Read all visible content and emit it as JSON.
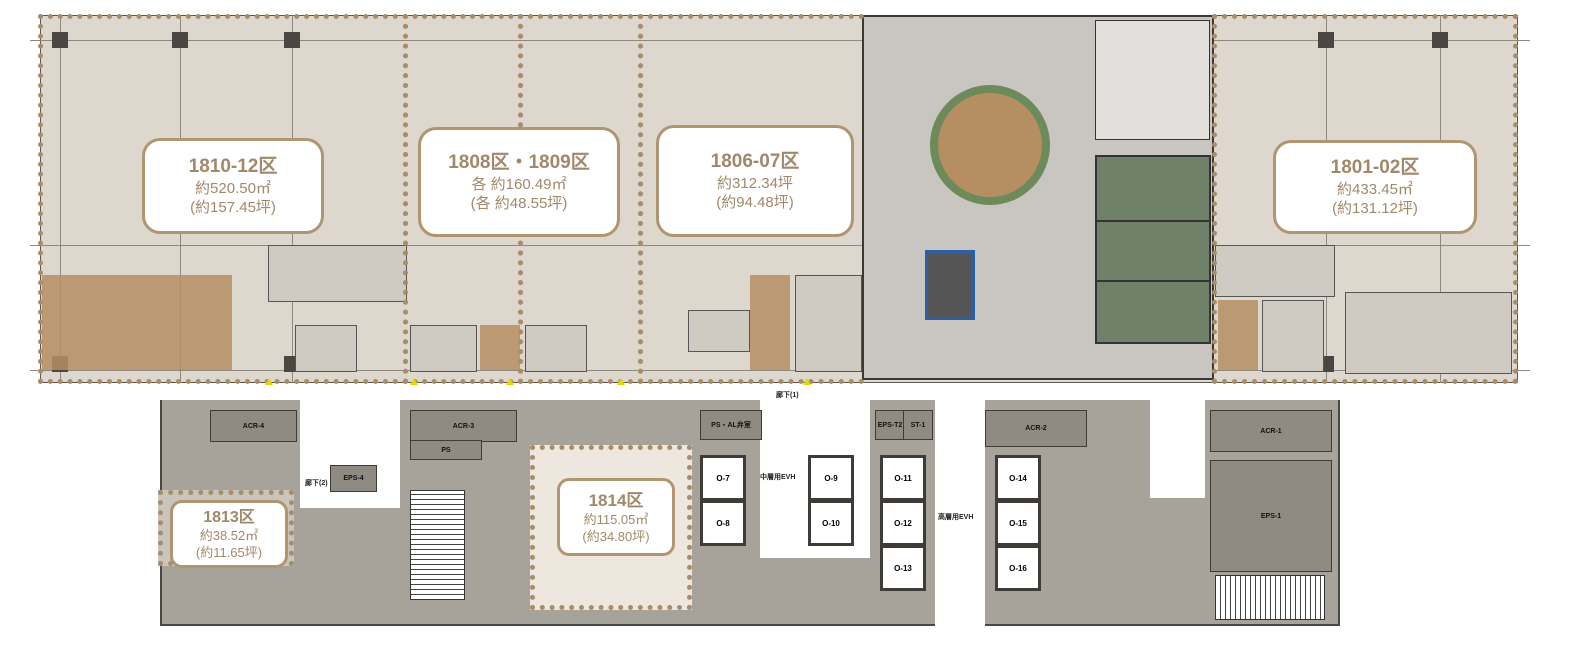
{
  "sections": [
    {
      "id": "1810-12",
      "title": "1810-12区",
      "area_m2": "約520.50㎡",
      "area_tsubo": "(約157.45坪)"
    },
    {
      "id": "1808-1809",
      "title": "1808区・1809区",
      "area_m2": "各 約160.49㎡",
      "area_tsubo": "(各 約48.55坪)"
    },
    {
      "id": "1806-07",
      "title": "1806-07区",
      "area_m2": "約312.34坪",
      "area_tsubo": "(約94.48坪)"
    },
    {
      "id": "1801-02",
      "title": "1801-02区",
      "area_m2": "約433.45㎡",
      "area_tsubo": "(約131.12坪)"
    },
    {
      "id": "1813",
      "title": "1813区",
      "area_m2": "約38.52㎡",
      "area_tsubo": "(約11.65坪)"
    },
    {
      "id": "1814",
      "title": "1814区",
      "area_m2": "約115.05㎡",
      "area_tsubo": "(約34.80坪)"
    }
  ],
  "core_labels": {
    "corridor1": "廊下(1)",
    "corridor2": "廊下(2)",
    "mid_evh": "中層用EVH",
    "high_evh": "高層用EVH",
    "acr1": "ACR-1",
    "acr2": "ACR-2",
    "acr3": "ACR-3",
    "acr4": "ACR-4",
    "eps1": "EPS-1",
    "eps4": "EPS-4",
    "epst2": "EPS-T2",
    "st1": "ST-1",
    "ps": "PS",
    "psal": "PS・AL弁室",
    "ev": [
      "O-7",
      "O-8",
      "O-9",
      "O-10",
      "O-11",
      "O-12",
      "O-13",
      "O-14",
      "O-15",
      "O-16"
    ]
  },
  "colors": {
    "accent": "#a98d6b",
    "office": "#ddd7cd",
    "core": "#a7a29a"
  }
}
